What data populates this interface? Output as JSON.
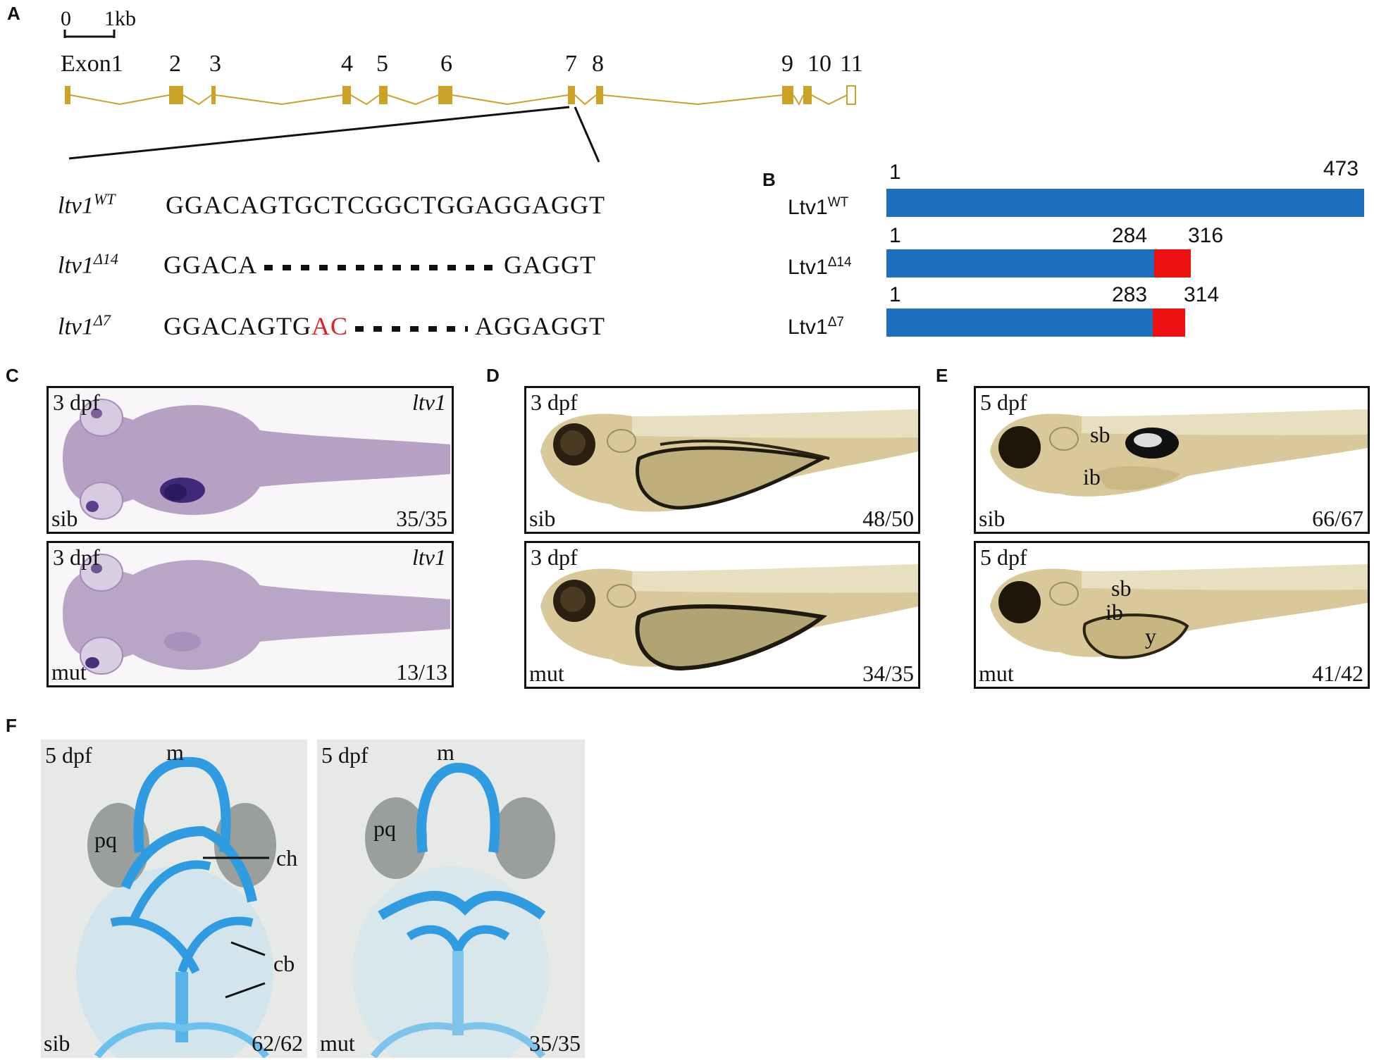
{
  "panel_letters": {
    "A": "A",
    "B": "B",
    "C": "C",
    "D": "D",
    "E": "E",
    "F": "F"
  },
  "gene_model": {
    "scale_zero": "0",
    "scale_label": "1kb",
    "exons": [
      "Exon1",
      "2",
      "3",
      "4",
      "5",
      "6",
      "7",
      "8",
      "9",
      "10",
      "11"
    ],
    "exon_color": "#c9a227"
  },
  "sequences": [
    {
      "genotype_base": "ltv1",
      "genotype_sup": "WT",
      "seq_a": "GGACAGTGCTCGGCTGGAGGAGGT",
      "seq_red": "",
      "seq_b": ""
    },
    {
      "genotype_base": "ltv1",
      "genotype_sup": "Δ14",
      "seq_a": "GGACA",
      "seq_red": "",
      "seq_b": "GAGGT"
    },
    {
      "genotype_base": "ltv1",
      "genotype_sup": "Δ7",
      "seq_a": "GGACAGTG",
      "seq_red": "AC",
      "seq_b": "AGGAGGT"
    }
  ],
  "proteins": [
    {
      "name": "Ltv1",
      "sup": "WT",
      "start": "1",
      "end": "473",
      "split": "",
      "end2": ""
    },
    {
      "name": "Ltv1",
      "sup": "Δ14",
      "start": "1",
      "end": "",
      "split": "284",
      "end2": "316"
    },
    {
      "name": "Ltv1",
      "sup": "Δ7",
      "start": "1",
      "end": "",
      "split": "283",
      "end2": "314"
    }
  ],
  "protein_colors": {
    "wt_segment": "#1f6fbf",
    "frameshift": "#ee1111"
  },
  "panel_C": [
    {
      "stage": "3 dpf",
      "probe": "ltv1",
      "genotype": "sib",
      "count": "35/35"
    },
    {
      "stage": "3 dpf",
      "probe": "ltv1",
      "genotype": "mut",
      "count": "13/13"
    }
  ],
  "panel_D": [
    {
      "stage": "3 dpf",
      "genotype": "sib",
      "count": "48/50"
    },
    {
      "stage": "3 dpf",
      "genotype": "mut",
      "count": "34/35"
    }
  ],
  "panel_E": [
    {
      "stage": "5 dpf",
      "genotype": "sib",
      "count": "66/67",
      "labels": {
        "sb": "sb",
        "ib": "ib"
      }
    },
    {
      "stage": "5 dpf",
      "genotype": "mut",
      "count": "41/42",
      "labels": {
        "sb": "sb",
        "ib": "ib",
        "y": "y"
      }
    }
  ],
  "panel_F": [
    {
      "stage": "5 dpf",
      "genotype": "sib",
      "count": "62/62",
      "labels": {
        "m": "m",
        "pq": "pq",
        "ch": "ch",
        "cb": "cb"
      }
    },
    {
      "stage": "5 dpf",
      "genotype": "mut",
      "count": "35/35",
      "labels": {
        "m": "m",
        "pq": "pq"
      }
    }
  ]
}
